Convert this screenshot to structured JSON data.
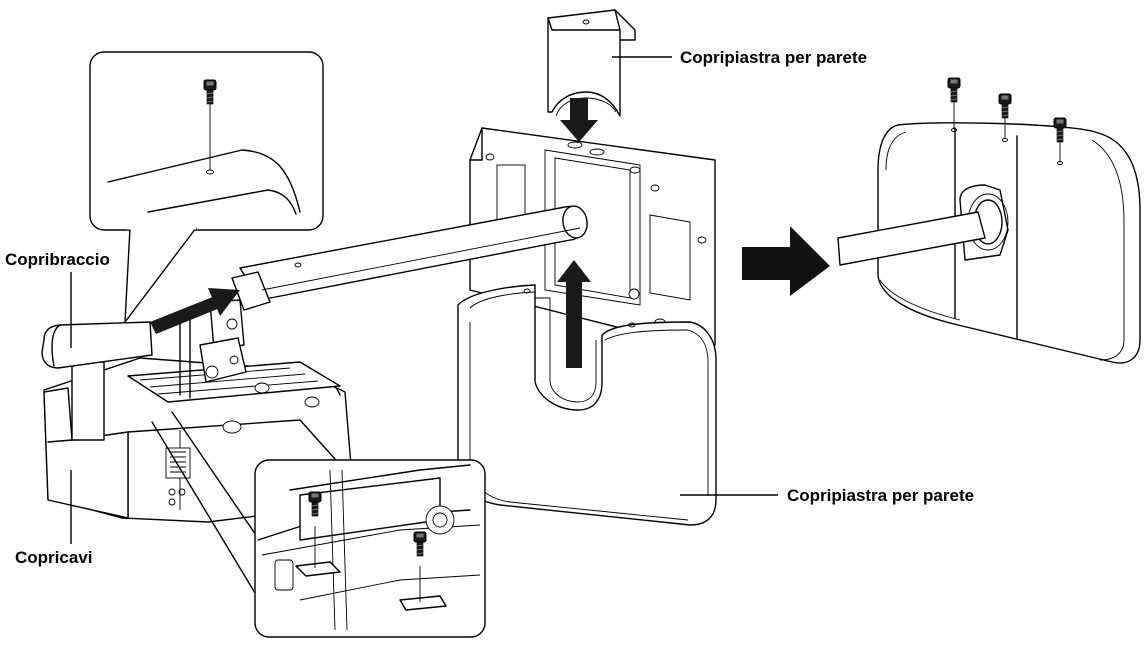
{
  "labels": {
    "wall_plate_cover_top": "Copripiastra per parete",
    "wall_plate_cover_bottom": "Copripiastra per parete",
    "arm_cover": "Copribraccio",
    "cable_cover": "Copricavi"
  },
  "colors": {
    "line": "#000000",
    "background": "#ffffff",
    "arrow": "#000000"
  },
  "icons": {
    "result_arrow": "right-arrow-icon",
    "screw": "hex-socket-screw-icon"
  }
}
